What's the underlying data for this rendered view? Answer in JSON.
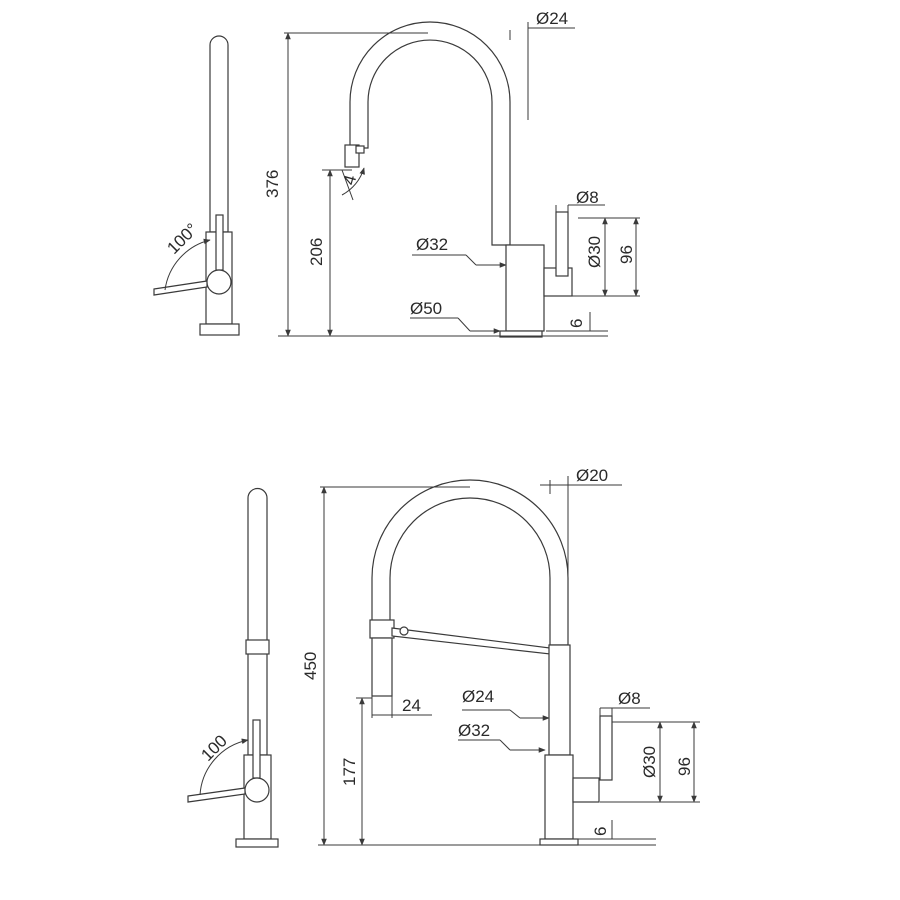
{
  "drawing_1": {
    "height_total": "376",
    "height_spout": "206",
    "spout_angle": "4",
    "handle_angle": "100°",
    "spout_dia": "Ø24",
    "lever_dia": "Ø8",
    "body_dia": "Ø32",
    "cartridge_dia": "Ø30",
    "lever_height": "96",
    "base_dia": "Ø50",
    "base_thickness": "6"
  },
  "drawing_2": {
    "height_total": "450",
    "height_spout": "177",
    "spout_offset": "24",
    "handle_angle": "100",
    "spout_dia": "Ø20",
    "hose_dia": "Ø24",
    "lever_dia": "Ø8",
    "body_dia": "Ø32",
    "cartridge_dia": "Ø30",
    "lever_height": "96",
    "base_thickness": "6"
  }
}
